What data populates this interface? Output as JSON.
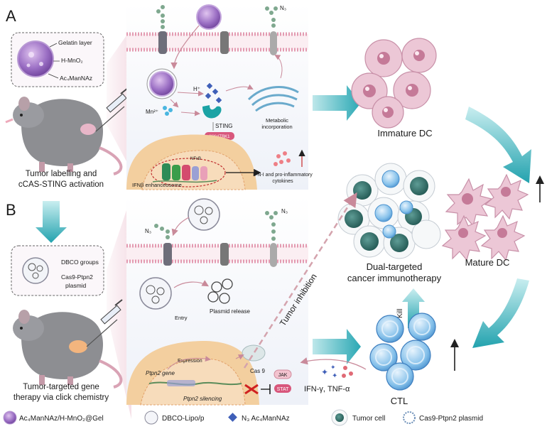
{
  "panel_a": {
    "letter": "A",
    "np_labels": {
      "gelatin": "Gelatin layer",
      "mno2": "H-MnO₂",
      "ac4": "Ac₄ManNAz"
    },
    "caption_1": "Tumor labelling and",
    "caption_2": "cCAS-STING activation",
    "n3_top": "N₃",
    "h_plus": "H⁺",
    "mn2": "Mn²⁺",
    "sting": "STING",
    "ikk": "IKKε|TBK1",
    "nfkb": "NFκB",
    "metabolic_1": "Metabolic",
    "metabolic_2": "incorporation",
    "ifn_enh": "IFNβ enhanceosome",
    "ifn_cyt_1": "IFN-I and pro-inflammatory",
    "ifn_cyt_2": "cytokines"
  },
  "panel_b": {
    "letter": "B",
    "dbco_label": "DBCO groups",
    "cas9_label": "Cas9-Ptpn2",
    "plasmid_label": "plasmid",
    "caption_1": "Tumor-targeted gene",
    "caption_2": "therapy via click chemistry",
    "n3_left": "N₃",
    "n3_right": "N₃",
    "entry": "Entry",
    "plasmid_release": "Plasmid release",
    "expression": "Expression",
    "gene": "Ptpn2 gene",
    "cas9": "Cas 9",
    "silencing": "Ptpn2 silencing",
    "jak": "JAK",
    "stat": "STAT"
  },
  "right": {
    "immature_dc": "Immature DC",
    "mature_dc": "Mature DC",
    "dual_1": "Dual-targeted",
    "dual_2": "cancer immunotherapy",
    "tumor_inhibition": "Tumor inhibition",
    "kill": "Kill",
    "ctl": "CTL",
    "ifn_tnf": "IFN-γ, TNF-α"
  },
  "legend": {
    "np": "Ac₄ManNAz/H-MnO₂@Gel",
    "lipo": "DBCO-Lipo/p",
    "n3": "N₃ Ac₄ManNAz",
    "tumor": "Tumor cell",
    "plasmid": "Cas9-Ptpn2 plasmid"
  },
  "colors": {
    "teal": "#2aa8b4",
    "membrane": "#e99aae",
    "nucleus": "#f6d7ae",
    "np": "#9b6fc4",
    "dc": "#e8c3d3",
    "ctl": "#6aaee0",
    "tumor": "#2e6b66"
  }
}
